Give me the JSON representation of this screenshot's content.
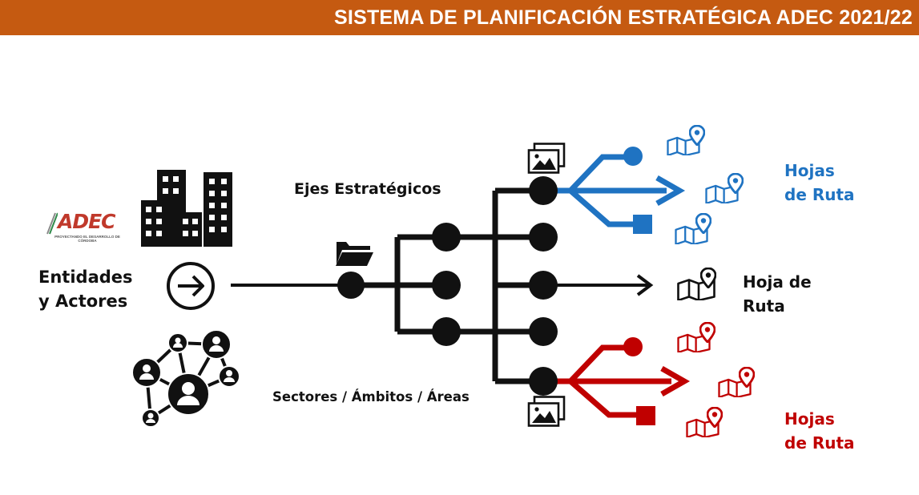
{
  "header": {
    "title": "SISTEMA DE PLANIFICACIÓN ESTRATÉGICA ADEC 2021/22"
  },
  "logo": {
    "name": "ADEC",
    "subtitle": "PROYECTANDO EL DESARROLLO DE CÓRDOBA"
  },
  "labels": {
    "entities_line1": "Entidades",
    "entities_line2": "y Actores",
    "ejes": "Ejes Estratégicos",
    "sectores": "Sectores / Ámbitos / Áreas",
    "hojas_top_line1": "Hojas",
    "hojas_top_line2": "de Ruta",
    "hoja_mid_line1": "Hoja de",
    "hoja_mid_line2": "Ruta",
    "hojas_bottom_line1": "Hojas",
    "hojas_bottom_line2": "de Ruta"
  },
  "colors": {
    "banner": "#c55a11",
    "blue": "#1f73c2",
    "red": "#c00000",
    "black": "#000000"
  },
  "icons": [
    "buildings-icon",
    "arrow-right-circle-icon",
    "network-people-icon",
    "folder-icon",
    "images-icon",
    "map-pin-icon",
    "usb-branch-icon"
  ]
}
